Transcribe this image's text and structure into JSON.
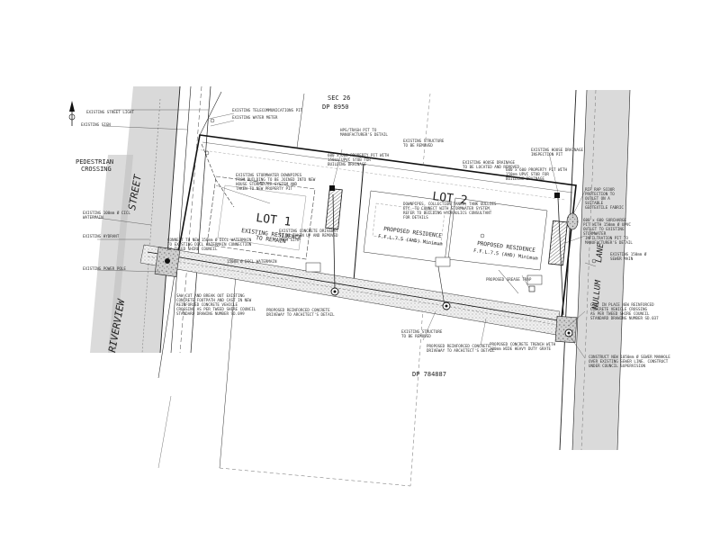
{
  "parcels": {
    "sec_line1": "SEC 26",
    "sec_line2": "DP 8950",
    "dp_lower": "DP 784887",
    "lot1": "LOT 1",
    "lot2": "LOT 2"
  },
  "streets": {
    "riverview": "RIVERVIEW",
    "street": "STREET",
    "lane": "LANE",
    "nullum": "NULLUM"
  },
  "labels": {
    "pedestrian_line1": "PEDESTRIAN",
    "pedestrian_line2": "CROSSING",
    "existing_residence_line1": "EXISTING RESIDENCE",
    "existing_residence_line2": "TO REMAIN",
    "proposed_residence_a_line1": "PROPOSED RESIDENCE",
    "proposed_residence_a_line2": "F.F.L.7.5 (AHD) Minimum",
    "proposed_residence_b_line1": "PROPOSED RESIDENCE",
    "proposed_residence_b_line2": "F.F.L.7.5 (AHD) Minimum"
  },
  "notes": {
    "street_light": "EXISTING STREET LIGHT",
    "sign": "EXISTING SIGN",
    "telecom_pit": "EXISTING TELECOMMUNICATIONS PIT",
    "water_meter": "EXISTING WATER METER",
    "watermain": "EXISTING 100mm Ø CICL WATERMAIN",
    "hydrant": "EXISTING HYDRANT",
    "power_pole": "EXISTING POWER POLE",
    "connect_new": "CONNECT TO NEW 150mm Ø DICL WATERMAIN TO EXISTING DICL WATERMAIN CONNECTION BY TWEED SHIRE COUNCIL",
    "new_watermain": "150mm Ø DICL WATERMAIN",
    "saw_cut": "SAW CUT AND BREAK OUT EXISTING CONCRETE FOOTPATH AND CAST IN NEW REINFORCED CONCRETE VEHICLE CROSSING AS PER TWEED SHIRE COUNCIL STANDARD DRAWING NUMBER SD.099",
    "proposed_driveway": "PROPOSED REINFORCED CONCRETE DRIVEWAY TO ARCHITECT'S DETAIL",
    "existing_downpipes": "EXISTING STORMWATER DOWNPIPES FROM BUILDING TO BE JOINED INTO NEW HOUSE STORMWATER SYSTEM AND TAKEN TO NEW PROPERTY PIT",
    "existing_driveway": "EXISTING CONCRETE DRIVEWAY TO BE TAKEN UP AND REMOVED FROM SITE",
    "hps_pit_left": "HPS/TRASH PIT TO MANUFACTURER'S DETAIL",
    "prop_pit_left": "600 x 600 PROPERTY PIT WITH 150mm UPVC STUB FOR BUILDING DRAINAGE",
    "existing_structure_top": "EXISTING STRUCTURE TO BE REMOVED",
    "downpipes_collection": "DOWNPIPES, COLLECTION TANKS, TANK GULLIES ETC. TO CONNECT WITH STORMWATER SYSTEM. REFER TO BUILDING HYDRAULICS CONSULTANT FOR DETAILS",
    "house_drainage_relocate": "EXISTING HOUSE DRAINAGE TO BE LOCATED AND REMOVED",
    "prop_pit_right": "600 x 600 PROPERTY PIT WITH 150mm UPVC STUB FOR BUILDING DRAINAGE",
    "house_drainage_inspection": "EXISTING HOUSE DRAINAGE INSPECTION PIT",
    "rip_rap": "RIP RAP SCOUR PROTECTION TO OUTLET ON A SUITABLE GEOTEXTILE FABRIC",
    "outlet_pit": "600 x 600 SURCHARGE PIT WITH 150mm Ø UPVC OUTLET TO EXISTING STORMWATER",
    "infiltration_pit": "INFILTRATION PIT TO MANUFACTURER'S DETAIL",
    "sewer_main": "EXISTING 150mm Ø SEWER MAIN",
    "grease_trap": "PROPOSED GREASE TRAP",
    "existing_structure_bottom": "EXISTING STRUCTURE TO BE REMOVED",
    "proposed_concrete_driveway": "PROPOSED REINFORCED CONCRETE DRIVEWAY TO ARCHITECT'S DETAIL",
    "concrete_trench": "PROPOSED CONCRETE TRENCH WITH 300mm WIDE HEAVY DUTY GRATE",
    "cast_in_place": "CAST IN PLACE NEW REINFORCED CONCRETE VEHICLE CROSSING AS PER TWEED SHIRE COUNCIL STANDARD DRAWING NUMBER SD.037",
    "construct_manhole": "CONSTRUCT NEW 1050mm Ø SEWER MANHOLE OVER EXISTING SEWER LINE. CONSTRUCT UNDER COUNCIL SUPERVISION"
  },
  "colors": {
    "line": "#1a1a1a",
    "hatch": "#8a8a8a",
    "road": "#d4d4d4"
  },
  "icons": {
    "north": "north-arrow-icon",
    "pit": "pit-icon"
  }
}
